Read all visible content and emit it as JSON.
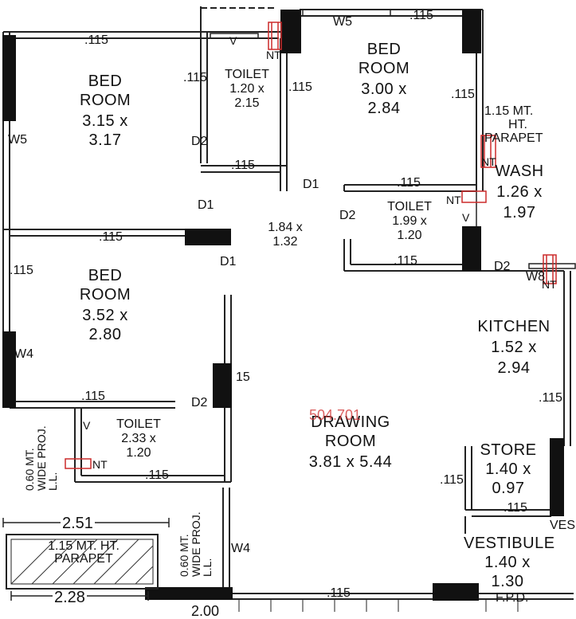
{
  "rooms": {
    "bed1": {
      "name_1": "BED",
      "name_2": "ROOM",
      "dim_1": "3.15 x",
      "dim_2": "3.17"
    },
    "bed2": {
      "name_1": "BED",
      "name_2": "ROOM",
      "dim_1": "3.00 x",
      "dim_2": "2.84"
    },
    "bed3": {
      "name_1": "BED",
      "name_2": "ROOM",
      "dim_1": "3.52 x",
      "dim_2": "2.80"
    },
    "toilet1": {
      "name": "TOILET",
      "dim_1": "1.20 x",
      "dim_2": "2.15"
    },
    "toilet2": {
      "name": "TOILET",
      "dim_1": "1.99 x",
      "dim_2": "1.20"
    },
    "toilet3": {
      "name": "TOILET",
      "dim_1": "2.33 x",
      "dim_2": "1.20"
    },
    "passage": {
      "dim_1": "1.84 x",
      "dim_2": "1.32"
    },
    "wash": {
      "name": "WASH",
      "dim_1": "1.26 x",
      "dim_2": "1.97"
    },
    "kitchen": {
      "name": "KITCHEN",
      "dim_1": "1.52 x",
      "dim_2": "2.94"
    },
    "drawing": {
      "name_1": "DRAWING",
      "name_2": "ROOM",
      "dim": "3.81 x 5.44",
      "overlay": "504.701"
    },
    "store": {
      "name": "STORE",
      "dim_1": "1.40 x",
      "dim_2": "0.97"
    },
    "vestibule": {
      "name": "VESTIBULE",
      "dim_1": "1.40 x",
      "dim_2": "1.30"
    }
  },
  "openings": {
    "door_d1": "D1",
    "door_d2": "D2",
    "window_w5": "W5",
    "window_w4": "W4",
    "window_w8": "W8",
    "vent": "V",
    "nahani_trap": "NT"
  },
  "wall_thickness": {
    ".115": ".115",
    "15": "15"
  },
  "notes": {
    "parapet_right_1": "1.15 MT.",
    "parapet_right_2": "HT.",
    "parapet_right_3": "PARAPET",
    "parapet_bottom": "1.15 MT. HT.",
    "parapet_bottom_2": "PARAPET",
    "proj_1": "0.60 MT.",
    "proj_2": "WIDE PROJ.",
    "proj_3": "L.L.",
    "dim_251": "2.51",
    "dim_228": "2.28",
    "dim_200": "2.00",
    "fpd": "F.P.D.",
    "ves": "VES"
  },
  "colors": {
    "wall": "#111111",
    "line": "#222222",
    "fixture": "#cc2a2a",
    "highlight": "#d23a3a"
  }
}
